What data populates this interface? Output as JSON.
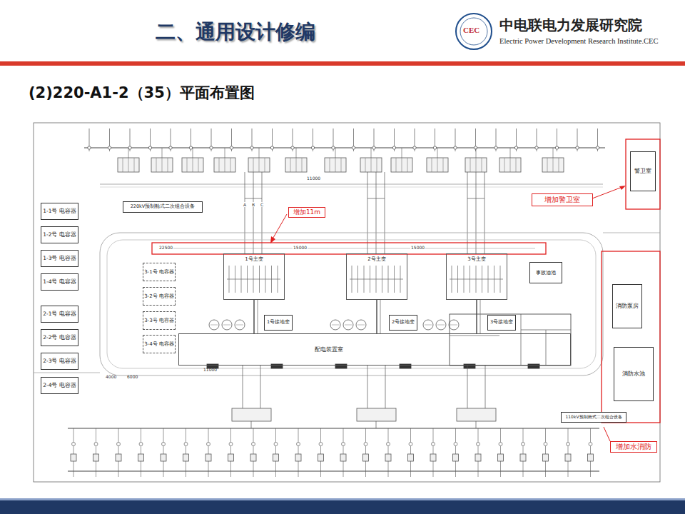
{
  "diagram": {
    "title": "二、通用设计修编",
    "nodes": [
      {
        "text": [
          "警卫室"
        ]
      },
      {
        "text": [
          "增加警卫室"
        ]
      },
      {
        "text": [
          "220kV预制舱式二次组合设备"
        ]
      },
      {
        "text": [
          "1-1号 电容器"
        ]
      },
      {
        "text": [
          "1-2号 电容器"
        ]
      },
      {
        "text": [
          "1-3号 电容器"
        ]
      },
      {
        "text": [
          "1-4号 电容器"
        ]
      },
      {
        "text": [
          "2-1号 电容器"
        ]
      },
      {
        "text": [
          "2-2号 电容器"
        ]
      },
      {
        "text": [
          "2-3号 电容器"
        ]
      },
      {
        "text": [
          "2-4号 电容器"
        ]
      },
      {
        "text": [
          "3-1号 电容器"
        ]
      },
      {
        "text": [
          "3-2号 电容器"
        ]
      },
      {
        "text": [
          "3-3号 电容器"
        ]
      },
      {
        "text": [
          "3-4号 电容器"
        ]
      },
      {
        "text": [
          "增加11m"
        ]
      },
      {
        "text": [
          "1号主变"
        ]
      },
      {
        "text": [
          "2号主变"
        ]
      },
      {
        "text": [
          "3号主变"
        ]
      },
      {
        "text": [
          "事故油池"
        ]
      },
      {
        "text": [
          "消防泵房"
        ]
      },
      {
        "text": [
          "消防水池"
        ]
      },
      {
        "text": [
          "1号接地变"
        ]
      },
      {
        "text": [
          "2号接地变"
        ]
      },
      {
        "text": [
          "3号接地变"
        ]
      },
      {
        "text": [
          "配电装置室"
        ]
      },
      {
        "text": [
          "110kV预制舱式二次组合设备"
        ]
      },
      {
        "text": [
          "增加水消防"
        ]
      }
    ],
    "edges": [
      {
        "from": 16,
        "to": 25,
        "arrow": "none"
      },
      {
        "from": 17,
        "to": 25,
        "arrow": "none"
      },
      {
        "from": 18,
        "to": 25,
        "arrow": "none"
      }
    ],
    "labels": [
      "(2)220-A1-2（35）平面布置图",
      "中电联电力发展研究院",
      "Electric Power Development Research Institute.CEC",
      "CEC",
      "11000",
      "22500",
      "15000",
      "15000",
      "11000",
      "4000",
      "6000",
      "A",
      "B",
      "C"
    ]
  }
}
